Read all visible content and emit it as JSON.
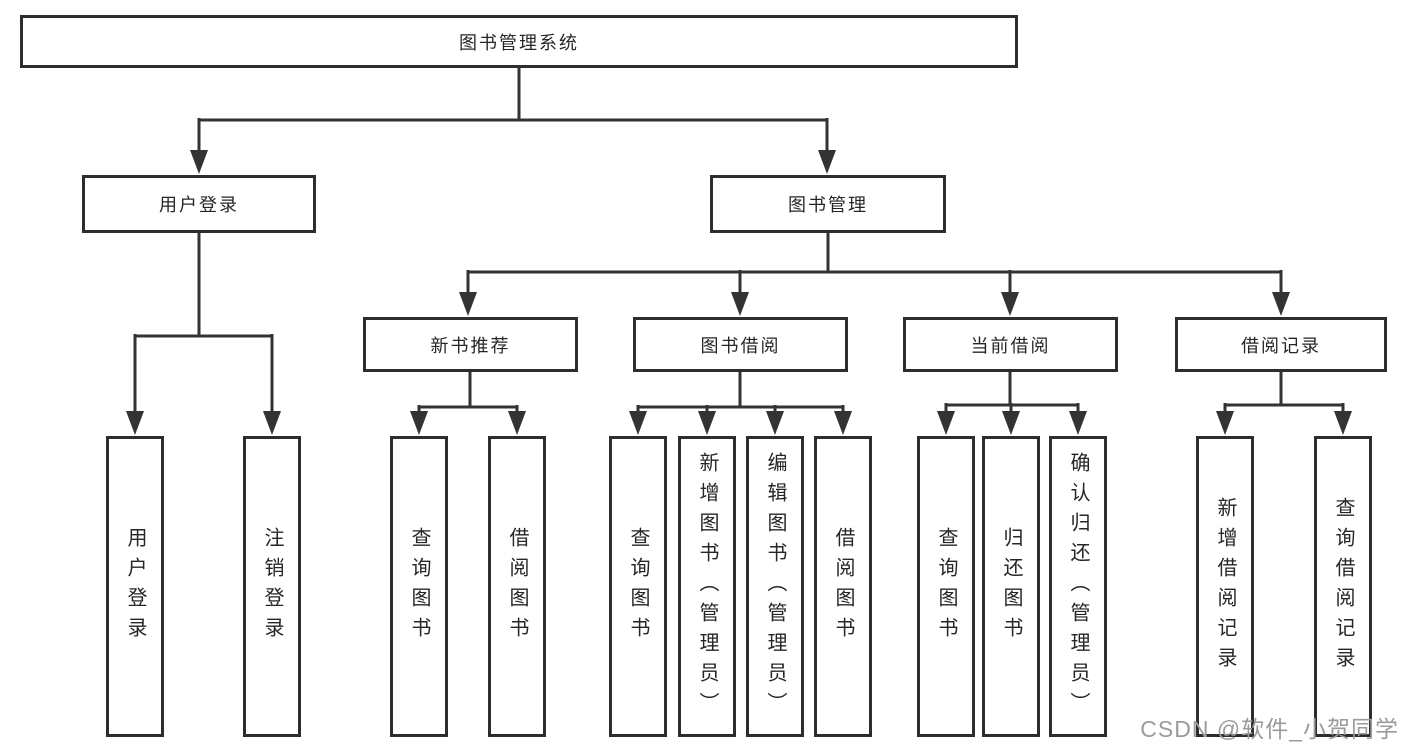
{
  "diagram_title": "图书管理系统",
  "watermark": "CSDN @软件_小贺同学",
  "colors": {
    "line": "#333333",
    "border": "#2d2d2d",
    "text": "#262626",
    "watermark_text": "#9b9b9b",
    "background": "#ffffff"
  },
  "nodes": {
    "root": {
      "label": "图书管理系统"
    },
    "level2": [
      {
        "label": "用户登录",
        "parent": "图书管理系统"
      },
      {
        "label": "图书管理",
        "parent": "图书管理系统"
      }
    ],
    "level3": [
      {
        "label": "新书推荐",
        "parent": "图书管理"
      },
      {
        "label": "图书借阅",
        "parent": "图书管理"
      },
      {
        "label": "当前借阅",
        "parent": "图书管理"
      },
      {
        "label": "借阅记录",
        "parent": "图书管理"
      }
    ],
    "leaves": [
      {
        "label": "用户登录",
        "parent": "用户登录"
      },
      {
        "label": "注销登录",
        "parent": "用户登录"
      },
      {
        "label": "查询图书",
        "parent": "新书推荐"
      },
      {
        "label": "借阅图书",
        "parent": "新书推荐"
      },
      {
        "label": "查询图书",
        "parent": "图书借阅"
      },
      {
        "label": "新增图书（管理员）",
        "parent": "图书借阅"
      },
      {
        "label": "编辑图书（管理员）",
        "parent": "图书借阅"
      },
      {
        "label": "借阅图书",
        "parent": "图书借阅"
      },
      {
        "label": "查询图书",
        "parent": "当前借阅"
      },
      {
        "label": "归还图书",
        "parent": "当前借阅"
      },
      {
        "label": "确认归还（管理员）",
        "parent": "当前借阅"
      },
      {
        "label": "新增借阅记录",
        "parent": "借阅记录"
      },
      {
        "label": "查询借阅记录",
        "parent": "借阅记录"
      }
    ]
  }
}
